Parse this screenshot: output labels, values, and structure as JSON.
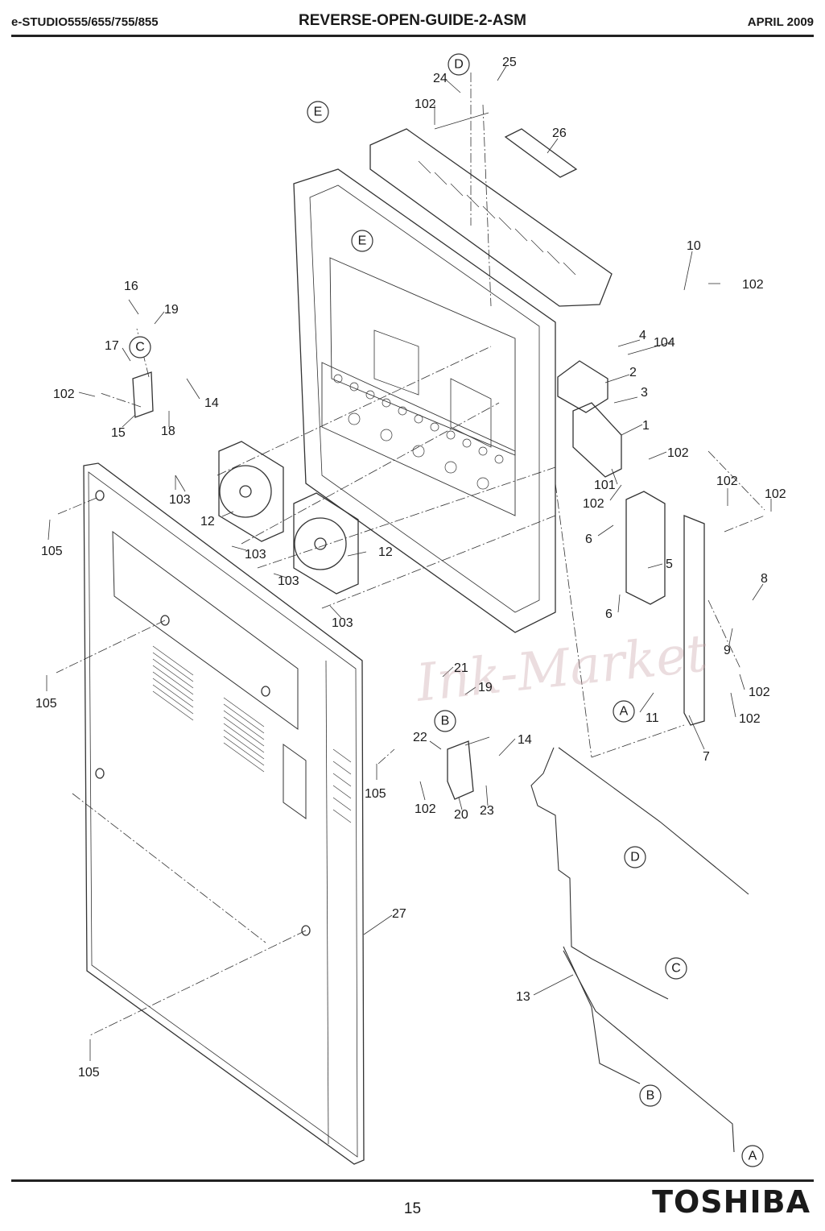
{
  "header": {
    "model": "e-STUDIO555/655/755/855",
    "title": "REVERSE-OPEN-GUIDE-2-ASM",
    "date": "APRIL 2009"
  },
  "footer": {
    "page_number": "15",
    "brand": "TOSHIBA"
  },
  "watermark": "Ink-Market",
  "callouts": [
    {
      "id": "25",
      "text": "25"
    },
    {
      "id": "24",
      "text": "24"
    },
    {
      "id": "102-a",
      "text": "102"
    },
    {
      "id": "26",
      "text": "26"
    },
    {
      "id": "10",
      "text": "10"
    },
    {
      "id": "102-b",
      "text": "102"
    },
    {
      "id": "16",
      "text": "16"
    },
    {
      "id": "19-a",
      "text": "19"
    },
    {
      "id": "17",
      "text": "17"
    },
    {
      "id": "4",
      "text": "4"
    },
    {
      "id": "104",
      "text": "104"
    },
    {
      "id": "2",
      "text": "2"
    },
    {
      "id": "102-c",
      "text": "102"
    },
    {
      "id": "14-a",
      "text": "14"
    },
    {
      "id": "3",
      "text": "3"
    },
    {
      "id": "15",
      "text": "15"
    },
    {
      "id": "18",
      "text": "18"
    },
    {
      "id": "1",
      "text": "1"
    },
    {
      "id": "102-d",
      "text": "102"
    },
    {
      "id": "103-a",
      "text": "103"
    },
    {
      "id": "101",
      "text": "101"
    },
    {
      "id": "102-e",
      "text": "102"
    },
    {
      "id": "102-f",
      "text": "102"
    },
    {
      "id": "102-g",
      "text": "102"
    },
    {
      "id": "12-a",
      "text": "12"
    },
    {
      "id": "105-a",
      "text": "105"
    },
    {
      "id": "103-b",
      "text": "103"
    },
    {
      "id": "12-b",
      "text": "12"
    },
    {
      "id": "6-a",
      "text": "6"
    },
    {
      "id": "103-c",
      "text": "103"
    },
    {
      "id": "5",
      "text": "5"
    },
    {
      "id": "8",
      "text": "8"
    },
    {
      "id": "103-d",
      "text": "103"
    },
    {
      "id": "6-b",
      "text": "6"
    },
    {
      "id": "9",
      "text": "9"
    },
    {
      "id": "21",
      "text": "21"
    },
    {
      "id": "105-b",
      "text": "105"
    },
    {
      "id": "19-b",
      "text": "19"
    },
    {
      "id": "102-h",
      "text": "102"
    },
    {
      "id": "11",
      "text": "11"
    },
    {
      "id": "102-i",
      "text": "102"
    },
    {
      "id": "22",
      "text": "22"
    },
    {
      "id": "14-b",
      "text": "14"
    },
    {
      "id": "7",
      "text": "7"
    },
    {
      "id": "105-c",
      "text": "105"
    },
    {
      "id": "102-j",
      "text": "102"
    },
    {
      "id": "20",
      "text": "20"
    },
    {
      "id": "23",
      "text": "23"
    },
    {
      "id": "27",
      "text": "27"
    },
    {
      "id": "13",
      "text": "13"
    },
    {
      "id": "105-d",
      "text": "105"
    }
  ],
  "reference_markers": [
    {
      "id": "D-top",
      "text": "D"
    },
    {
      "id": "E-top",
      "text": "E"
    },
    {
      "id": "E-mid",
      "text": "E"
    },
    {
      "id": "C-left",
      "text": "C"
    },
    {
      "id": "A-right",
      "text": "A"
    },
    {
      "id": "B-mid",
      "text": "B"
    },
    {
      "id": "D-harness",
      "text": "D"
    },
    {
      "id": "C-harness",
      "text": "C"
    },
    {
      "id": "B-harness",
      "text": "B"
    },
    {
      "id": "A-harness",
      "text": "A"
    }
  ],
  "colors": {
    "ink": "#1a1a1a",
    "watermark": "#c8a0a4"
  }
}
